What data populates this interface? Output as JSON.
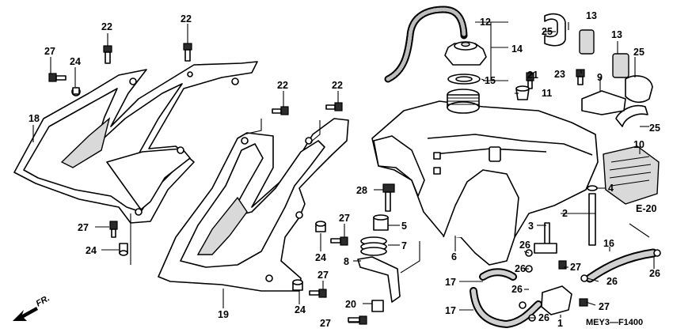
{
  "section_label": "E-20",
  "diagram_code": "MEY3—F1400",
  "front_indicator": "FR.",
  "callouts": {
    "c12": "12",
    "c14": "14",
    "c15": "15",
    "c13a": "13",
    "c13b": "13",
    "c25a": "25",
    "c25b": "25",
    "c25c": "25",
    "c9": "9",
    "c10": "10",
    "c22a": "22",
    "c22b": "22",
    "c22c": "22",
    "c22d": "22",
    "c27a": "27",
    "c27b": "27",
    "c27c": "27",
    "c27d": "27",
    "c27e": "27",
    "c27f": "27",
    "c27g": "27",
    "c24a": "24",
    "c24b": "24",
    "c24c": "24",
    "c24d": "24",
    "c18": "18",
    "c19": "19",
    "c21": "21",
    "c23": "23",
    "c11": "11",
    "c4": "4",
    "c2": "2",
    "c3": "3",
    "c28": "28",
    "c5": "5",
    "c7": "7",
    "c8": "8",
    "c6": "6",
    "c16": "16",
    "c26a": "26",
    "c26b": "26",
    "c26c": "26",
    "c26d": "26",
    "c26e": "26",
    "c26f": "26",
    "c17a": "17",
    "c17b": "17",
    "c20": "20",
    "c1": "1"
  }
}
